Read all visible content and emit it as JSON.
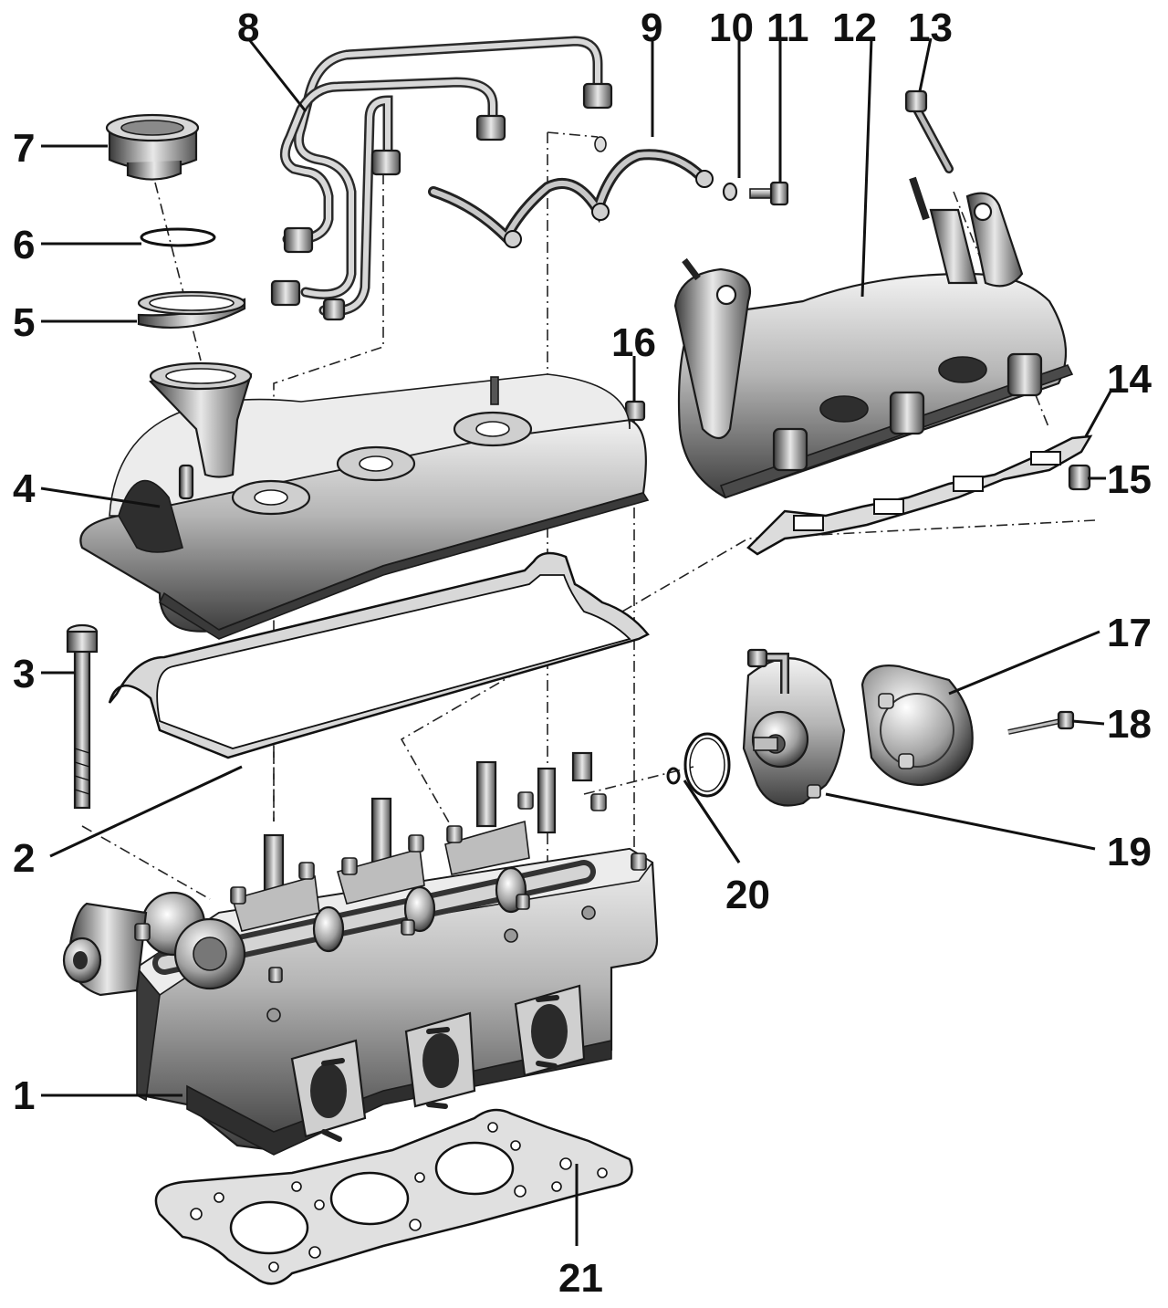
{
  "callouts": {
    "c1": "1",
    "c2": "2",
    "c3": "3",
    "c4": "4",
    "c5": "5",
    "c6": "6",
    "c7": "7",
    "c8": "8",
    "c9": "9",
    "c10": "10",
    "c11": "11",
    "c12": "12",
    "c13": "13",
    "c14": "14",
    "c15": "15",
    "c16": "16",
    "c17": "17",
    "c18": "18",
    "c19": "19",
    "c20": "20",
    "c21": "21"
  },
  "colors": {
    "ink": "#111111",
    "metal_light": "#e6e6e6",
    "metal_mid": "#a8a8a8",
    "metal_dark": "#4a4a4a",
    "background": "#ffffff"
  }
}
